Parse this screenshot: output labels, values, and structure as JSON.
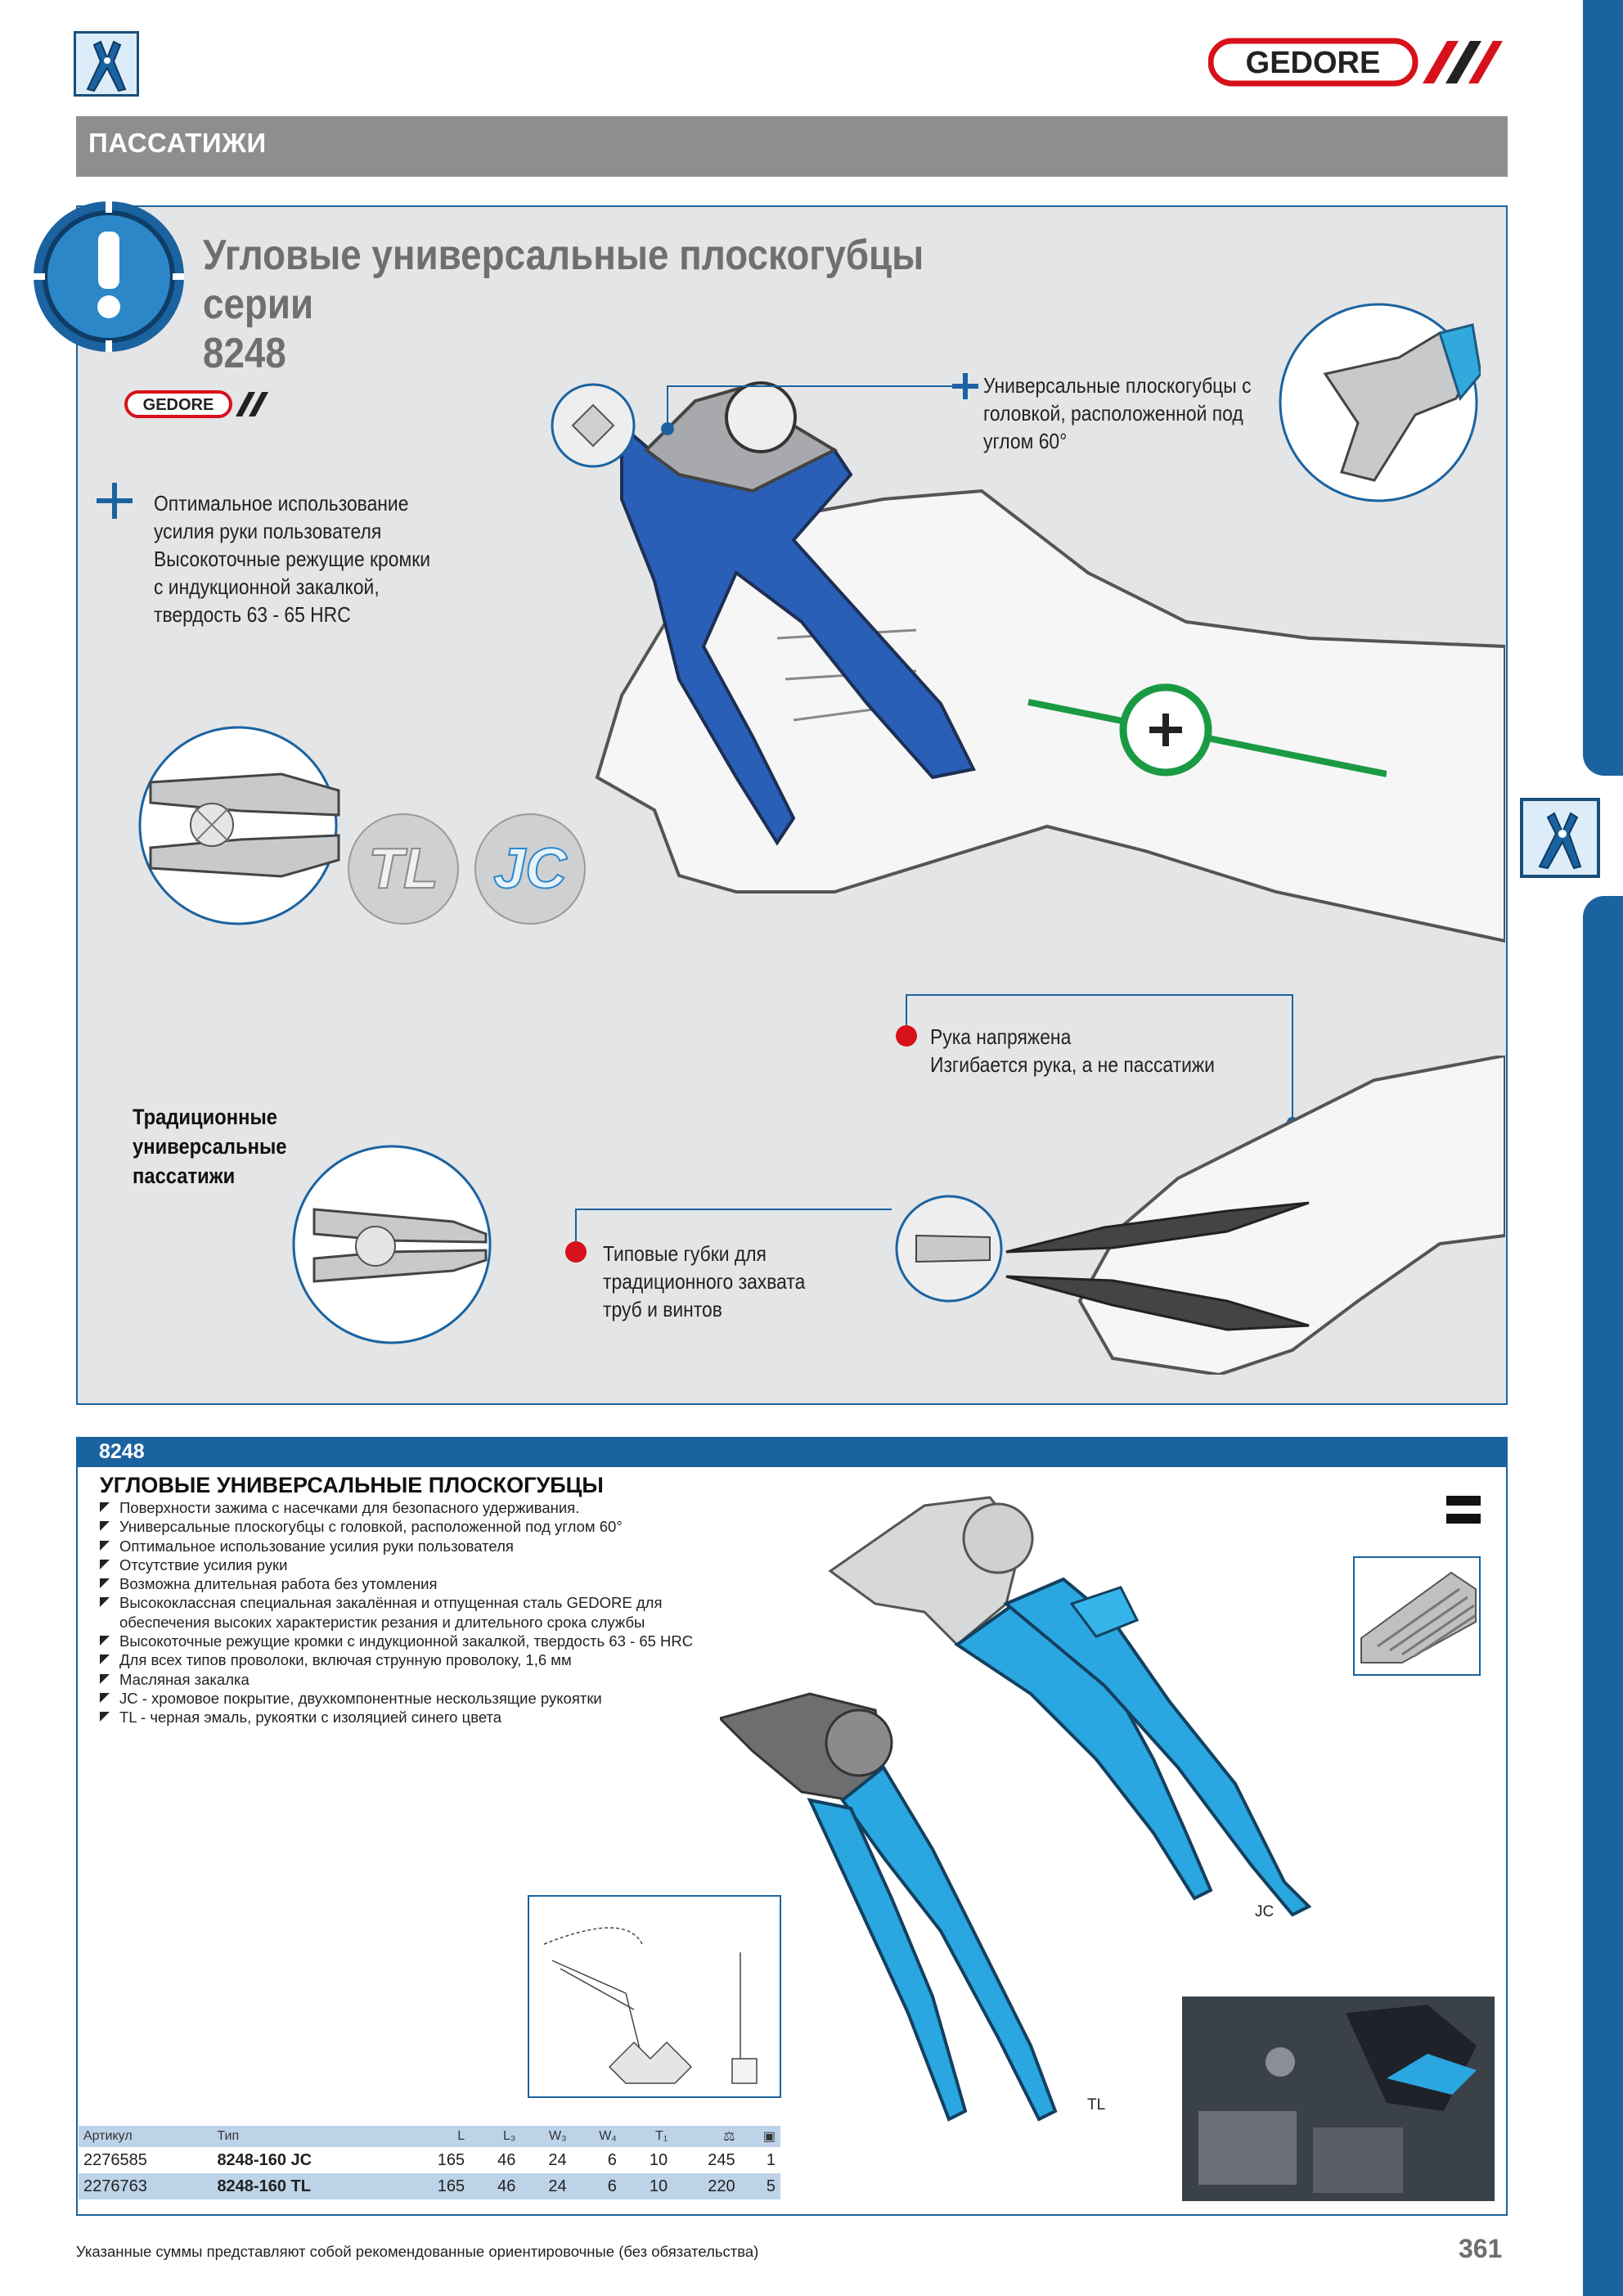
{
  "header": {
    "section_title": "ПАССАТИЖИ",
    "brand_logo_text": "GEDORE"
  },
  "feature": {
    "title_line1": "Угловые универсальные плоскогубцы серии",
    "title_line2": "8248",
    "small_logo_text": "GEDORE",
    "callout_handle": [
      "Оптимальное использование",
      "усилия руки пользователя",
      "Высокоточные режущие кромки",
      "с индукционной закалкой,",
      "твердость 63 - 65 HRC"
    ],
    "callout_angle": [
      "Универсальные плоскогубцы с",
      "головкой, расположенной под",
      "углом 60°"
    ],
    "badge_tl": "TL",
    "badge_jc": "JC",
    "traditional_label": [
      "Традиционные универсальные",
      "пассатижи"
    ],
    "callout_strained": [
      "Рука напряжена",
      "Изгибается рука, а не пассатижи"
    ],
    "callout_jaws": [
      "Типовые губки для",
      "традиционного захвата",
      "труб и винтов"
    ]
  },
  "product": {
    "code": "8248",
    "title": "УГЛОВЫЕ УНИВЕРСАЛЬНЫЕ ПЛОСКОГУБЦЫ",
    "bullets": [
      "Поверхности зажима с насечками для безопасного удерживания.",
      "Универсальные плоскогубцы с головкой, расположенной под углом 60°",
      "Оптимальное использование усилия руки пользователя",
      "Отсутствие усилия руки",
      "Возможна длительная работа без утомления",
      "Высококлассная специальная закалённая и отпущенная сталь GEDORE для обеспечения высоких характеристик резания и длительного срока службы",
      "Высокоточные режущие кромки с индукционной закалкой, твердость 63 - 65 HRC",
      "Для всех типов проволоки, включая струнную проволоку, 1,6 мм",
      "Масляная закалка",
      "JC - хромовое покрытие, двухкомпонентные нескользящие рукоятки",
      "TL - черная эмаль, рукоятки с изоляцией синего цвета"
    ],
    "label_jc": "JC",
    "label_tl": "TL",
    "table": {
      "headers": [
        "Артикул",
        "Тип",
        "L",
        "L₃",
        "W₃",
        "W₄",
        "T₁",
        "",
        ""
      ],
      "rows": [
        [
          "2276585",
          "8248-160 JC",
          "165",
          "46",
          "24",
          "6",
          "10",
          "245",
          "1"
        ],
        [
          "2276763",
          "8248-160 TL",
          "165",
          "46",
          "24",
          "6",
          "10",
          "220",
          "5"
        ]
      ]
    }
  },
  "footer": {
    "note": "Указанные суммы представляют собой рекомендованные ориентировочные (без обязательства)",
    "page_number": "361"
  },
  "colors": {
    "brand_blue": "#1b63a0",
    "accent_red": "#d7111b",
    "accent_green": "#1b9a44",
    "header_gray": "#8d8e90"
  }
}
